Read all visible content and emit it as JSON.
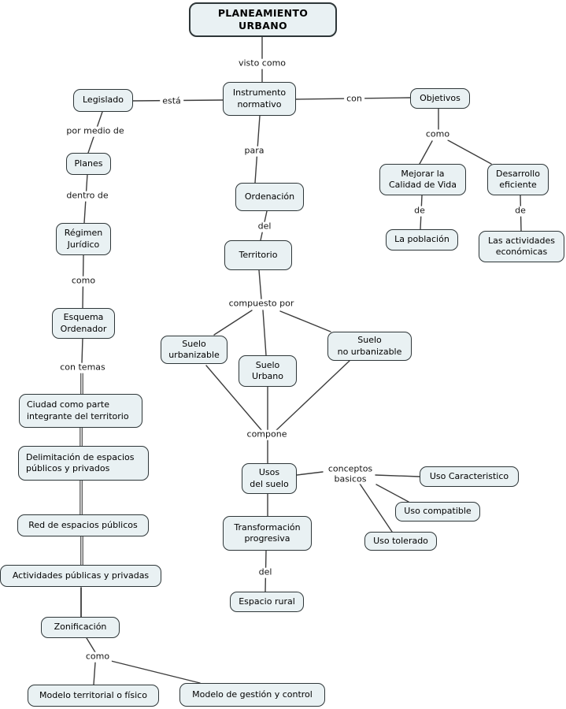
{
  "colors": {
    "node_fill": "#e9f1f3",
    "node_border": "#2e3638",
    "line": "#3d3d3d",
    "text": "#000000",
    "background": "#ffffff"
  },
  "nodes": {
    "planeamiento_urbano": "PLANEAMIENTO\nURBANO",
    "instrumento_normativo": "Instrumento\nnormativo",
    "legislado": "Legislado",
    "objetivos": "Objetivos",
    "planes": "Planes",
    "regimen_juridico": "Régimen\nJurídico",
    "esquema_ordenador": "Esquema\nOrdenador",
    "mejorar_calidad_vida": "Mejorar la\nCalidad de Vida",
    "desarrollo_eficiente": "Desarrollo\neficiente",
    "la_poblacion": "La población",
    "actividades_economicas": "Las actividades\neconómicas",
    "ordenacion": "Ordenación",
    "territorio": "Territorio",
    "suelo_urbanizable": "Suelo\nurbanizable",
    "suelo_urbano": "Suelo\nUrbano",
    "suelo_no_urbanizable": "Suelo\nno urbanizable",
    "usos_del_suelo": "Usos\ndel suelo",
    "uso_caracteristico": "Uso Caracteristico",
    "uso_compatible": "Uso compatible",
    "uso_tolerado": "Uso tolerado",
    "transformacion_progresiva": "Transformación\nprogresiva",
    "espacio_rural": "Espacio rural",
    "ciudad_parte_territorio": "Ciudad como parte\nintegrante del territorio",
    "delimitacion_espacios": "Delimitación de espacios\npúblicos y privados",
    "red_espacios_publicos": "Red de espacios públicos",
    "actividades_publicas_privadas": "Actividades públicas y privadas",
    "zonificacion": "Zonificación",
    "modelo_territorial_fisico": "Modelo territorial o físico",
    "modelo_gestion_control": "Modelo de gestión y control"
  },
  "link_labels": {
    "visto_como": "visto como",
    "esta": "está",
    "con": "con",
    "para": "para",
    "por_medio_de": "por medio de",
    "dentro_de": "dentro de",
    "como_esquema": "como",
    "con_temas": "con temas",
    "como_objetivos": "como",
    "de_poblacion": "de",
    "de_actividades": "de",
    "del_territorio": "del",
    "compuesto_por": "compuesto por",
    "compone": "compone",
    "conceptos_basicos": "conceptos\nbasicos",
    "del_espacio_rural": "del",
    "como_modelos": "como"
  }
}
